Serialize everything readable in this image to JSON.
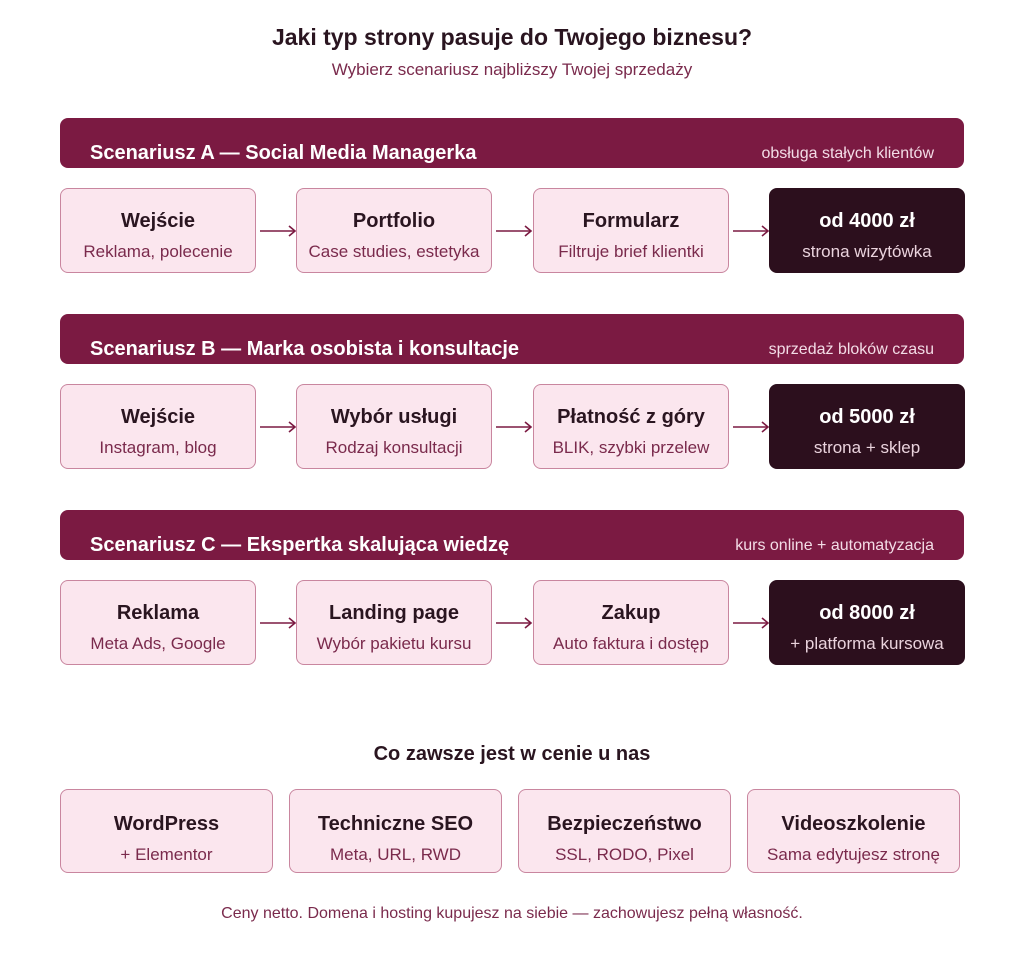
{
  "header": {
    "title": "Jaki typ strony pasuje do Twojego biznesu?",
    "subtitle": "Wybierz scenariusz najbliższy Twojej sprzedaży"
  },
  "scenarios": [
    {
      "title": "Scenariusz A — Social Media Managerka",
      "tag": "obsługa stałych klientów",
      "steps": [
        {
          "title": "Wejście",
          "sub": "Reklama, polecenie"
        },
        {
          "title": "Portfolio",
          "sub": "Case studies, estetyka"
        },
        {
          "title": "Formularz",
          "sub": "Filtruje brief klientki"
        },
        {
          "title": "od 4000 zł",
          "sub": "strona wizytówka"
        }
      ]
    },
    {
      "title": "Scenariusz B — Marka osobista i konsultacje",
      "tag": "sprzedaż bloków czasu",
      "steps": [
        {
          "title": "Wejście",
          "sub": "Instagram, blog"
        },
        {
          "title": "Wybór usługi",
          "sub": "Rodzaj konsultacji"
        },
        {
          "title": "Płatność z góry",
          "sub": "BLIK, szybki przelew"
        },
        {
          "title": "od 5000 zł",
          "sub": "strona + sklep"
        }
      ]
    },
    {
      "title": "Scenariusz C — Ekspertka skalująca wiedzę",
      "tag": "kurs online + automatyzacja",
      "steps": [
        {
          "title": "Reklama",
          "sub": "Meta Ads, Google"
        },
        {
          "title": "Landing page",
          "sub": "Wybór pakietu kursu"
        },
        {
          "title": "Zakup",
          "sub": "Auto faktura i dostęp"
        },
        {
          "title": "od 8000 zł",
          "sub": "+ platforma kursowa"
        }
      ]
    }
  ],
  "included": {
    "title": "Co zawsze jest w cenie u nas",
    "items": [
      {
        "title": "WordPress",
        "sub": "+ Elementor"
      },
      {
        "title": "Techniczne SEO",
        "sub": "Meta, URL, RWD"
      },
      {
        "title": "Bezpieczeństwo",
        "sub": "SSL, RODO, Pixel"
      },
      {
        "title": "Videoszkolenie",
        "sub": "Sama edytujesz stronę"
      }
    ]
  },
  "footer": "Ceny netto. Domena i hosting kupujesz na siebie — zachowujesz pełną własność.",
  "colors": {
    "header_bg": "#7b1a42",
    "step_bg": "#fbe6ee",
    "price_bg": "#2c0f1d",
    "arrow": "#7b1a42"
  }
}
